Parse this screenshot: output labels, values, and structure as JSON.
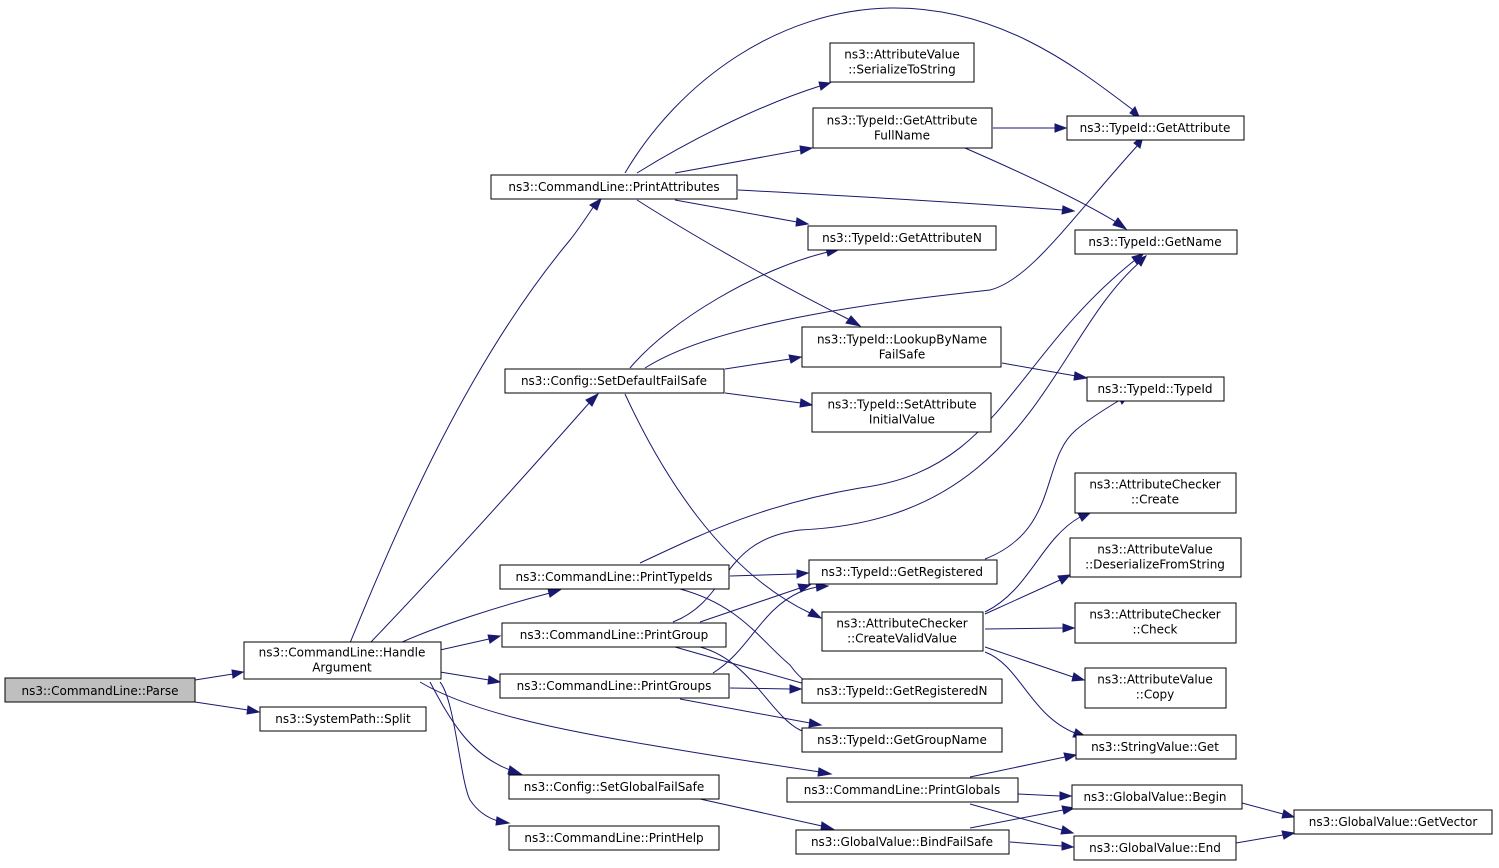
{
  "graph": {
    "edge_color": "#191970",
    "root_fill": "#bfbfbf",
    "nodes": {
      "parse": [
        "ns3::CommandLine::Parse"
      ],
      "handle": [
        "ns3::CommandLine::Handle",
        "Argument"
      ],
      "split": [
        "ns3::SystemPath::Split"
      ],
      "printattrs": [
        "ns3::CommandLine::PrintAttributes"
      ],
      "setdefault": [
        "ns3::Config::SetDefaultFailSafe"
      ],
      "printtypeids": [
        "ns3::CommandLine::PrintTypeIds"
      ],
      "printgroup": [
        "ns3::CommandLine::PrintGroup"
      ],
      "printgroups": [
        "ns3::CommandLine::PrintGroups"
      ],
      "setglobal": [
        "ns3::Config::SetGlobalFailSafe"
      ],
      "printhelp": [
        "ns3::CommandLine::PrintHelp"
      ],
      "avserialize": [
        "ns3::AttributeValue",
        "::SerializeToString"
      ],
      "getattrfull": [
        "ns3::TypeId::GetAttribute",
        "FullName"
      ],
      "getattrn": [
        "ns3::TypeId::GetAttributeN"
      ],
      "lookup": [
        "ns3::TypeId::LookupByName",
        "FailSafe"
      ],
      "setattrinit": [
        "ns3::TypeId::SetAttribute",
        "InitialValue"
      ],
      "getregistered": [
        "ns3::TypeId::GetRegistered"
      ],
      "createvalid": [
        "ns3::AttributeChecker",
        "::CreateValidValue"
      ],
      "getregisteredn": [
        "ns3::TypeId::GetRegisteredN"
      ],
      "getgroupname": [
        "ns3::TypeId::GetGroupName"
      ],
      "printglobals": [
        "ns3::CommandLine::PrintGlobals"
      ],
      "bindfailsafe": [
        "ns3::GlobalValue::BindFailSafe"
      ],
      "getattribute": [
        "ns3::TypeId::GetAttribute"
      ],
      "getname": [
        "ns3::TypeId::GetName"
      ],
      "typeid": [
        "ns3::TypeId::TypeId"
      ],
      "accreate": [
        "ns3::AttributeChecker",
        "::Create"
      ],
      "avdeser": [
        "ns3::AttributeValue",
        "::DeserializeFromString"
      ],
      "accheck": [
        "ns3::AttributeChecker",
        "::Check"
      ],
      "avcopy": [
        "ns3::AttributeValue",
        "::Copy"
      ],
      "stringget": [
        "ns3::StringValue::Get"
      ],
      "gvbegin": [
        "ns3::GlobalValue::Begin"
      ],
      "gvend": [
        "ns3::GlobalValue::End"
      ],
      "gvgetvector": [
        "ns3::GlobalValue::GetVector"
      ]
    }
  }
}
